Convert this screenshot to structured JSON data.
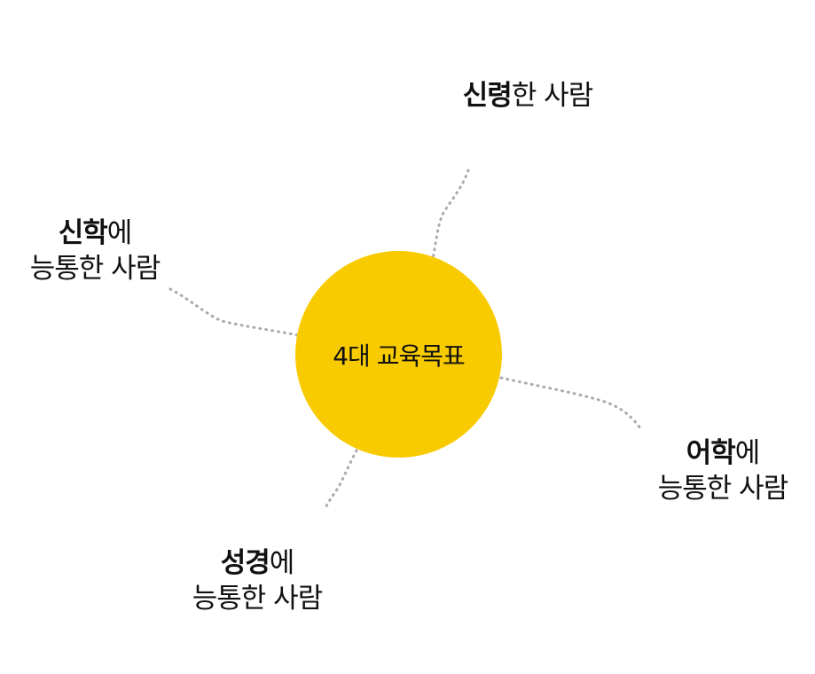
{
  "colors": {
    "circle_fill": "#F8CB00",
    "connector": "#AAAAAA",
    "text": "#111111"
  },
  "center": {
    "label": "4대 교육목표"
  },
  "goals": {
    "top": {
      "bold": "신령",
      "line1_rest": "한 사람"
    },
    "left": {
      "bold": "신학",
      "line1_rest": "에",
      "line2": "능통한 사람"
    },
    "right": {
      "bold": "어학",
      "line1_rest": "에",
      "line2": "능통한 사람"
    },
    "bottom": {
      "bold": "성경",
      "line1_rest": "에",
      "line2": "능통한 사람"
    }
  }
}
